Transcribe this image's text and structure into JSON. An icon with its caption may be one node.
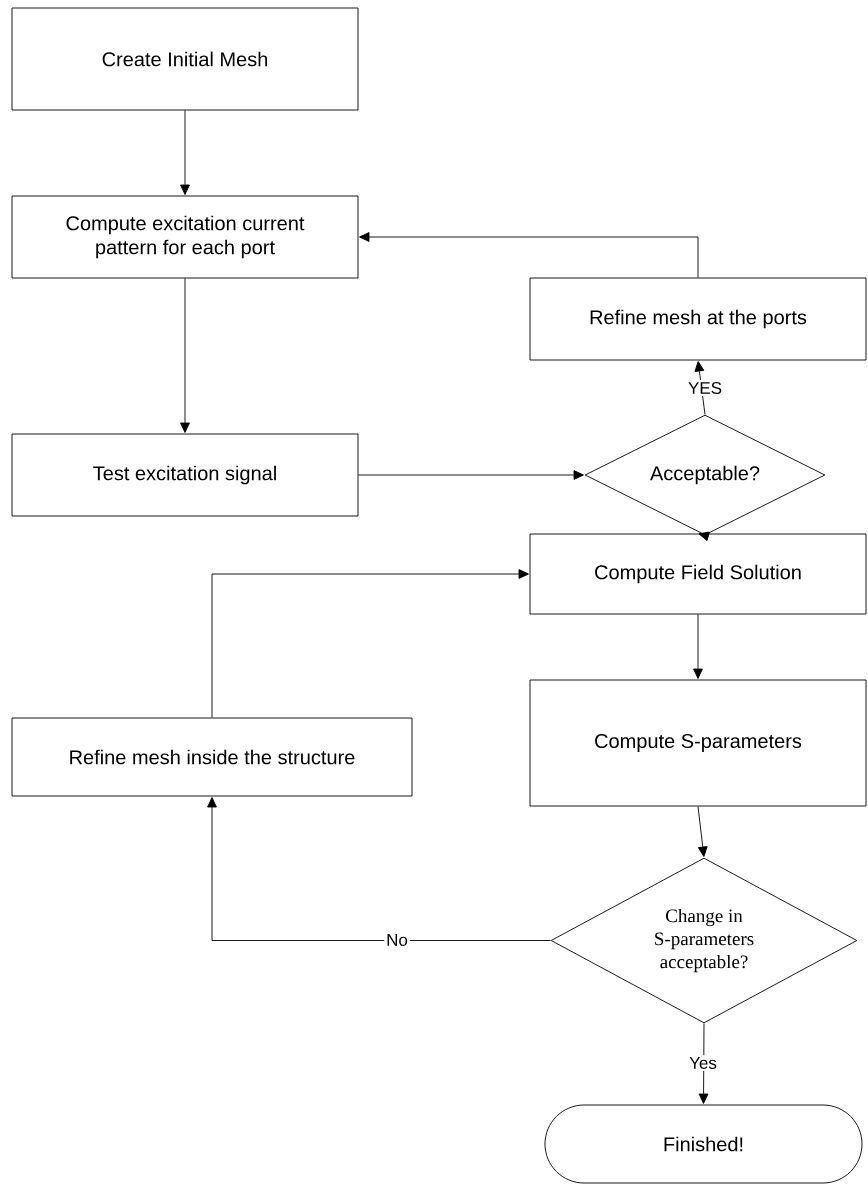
{
  "diagram": {
    "nodes": [
      {
        "text": [
          "Create Initial Mesh"
        ]
      },
      {
        "text": [
          "Compute excitation current pattern for each port"
        ]
      },
      {
        "text": [
          "Refine mesh at the ports"
        ]
      },
      {
        "text": [
          "Test excitation signal"
        ]
      },
      {
        "text": [
          "Acceptable?"
        ]
      },
      {
        "text": [
          "Compute Field Solution"
        ]
      },
      {
        "text": [
          "Refine mesh inside the structure"
        ]
      },
      {
        "text": [
          "Compute S-parameters"
        ]
      },
      {
        "text": [
          "Change in S-parameters acceptable?"
        ]
      },
      {
        "text": [
          "Finished!"
        ]
      }
    ],
    "edges": [
      {
        "from": 0,
        "to": 1,
        "arrow": "to"
      },
      {
        "from": 1,
        "to": 3,
        "arrow": "to"
      },
      {
        "from": 2,
        "to": 1,
        "arrow": "to"
      },
      {
        "from": 3,
        "to": 4,
        "arrow": "to"
      },
      {
        "from": 4,
        "to": 2,
        "arrow": "to",
        "label": "YES"
      },
      {
        "from": 4,
        "to": 5,
        "arrow": "to"
      },
      {
        "from": 6,
        "to": 5,
        "arrow": "to"
      },
      {
        "from": 5,
        "to": 7,
        "arrow": "to"
      },
      {
        "from": 7,
        "to": 8,
        "arrow": "to"
      },
      {
        "from": 8,
        "to": 6,
        "arrow": "to",
        "label": "No"
      },
      {
        "from": 8,
        "to": 9,
        "arrow": "to",
        "label": "Yes"
      }
    ]
  }
}
